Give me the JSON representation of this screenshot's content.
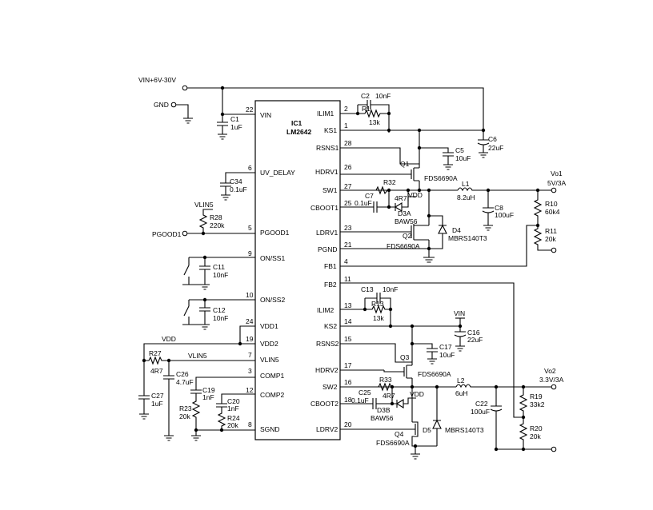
{
  "ic": {
    "ref": "IC1",
    "part": "LM2642"
  },
  "pins_left": [
    {
      "num": "22",
      "name": "VIN"
    },
    {
      "num": "6",
      "name": "UV_DELAY"
    },
    {
      "num": "5",
      "name": "PGOOD1"
    },
    {
      "num": "9",
      "name": "ON/SS1"
    },
    {
      "num": "10",
      "name": "ON/SS2"
    },
    {
      "num": "24",
      "name": "VDD1"
    },
    {
      "num": "19",
      "name": "VDD2"
    },
    {
      "num": "7",
      "name": "VLIN5"
    },
    {
      "num": "3",
      "name": "COMP1"
    },
    {
      "num": "12",
      "name": "COMP2"
    },
    {
      "num": "8",
      "name": "SGND"
    }
  ],
  "pins_right": [
    {
      "num": "2",
      "name": "ILIM1"
    },
    {
      "num": "1",
      "name": "KS1"
    },
    {
      "num": "28",
      "name": "RSNS1"
    },
    {
      "num": "26",
      "name": "HDRV1"
    },
    {
      "num": "27",
      "name": "SW1"
    },
    {
      "num": "25",
      "name": "CBOOT1"
    },
    {
      "num": "23",
      "name": "LDRV1"
    },
    {
      "num": "21",
      "name": "PGND"
    },
    {
      "num": "4",
      "name": "FB1"
    },
    {
      "num": "11",
      "name": "FB2"
    },
    {
      "num": "13",
      "name": "ILIM2"
    },
    {
      "num": "14",
      "name": "KS2"
    },
    {
      "num": "15",
      "name": "RSNS2"
    },
    {
      "num": "17",
      "name": "HDRV2"
    },
    {
      "num": "16",
      "name": "SW2"
    },
    {
      "num": "18",
      "name": "CBOOT2"
    },
    {
      "num": "20",
      "name": "LDRV2"
    }
  ],
  "nets": {
    "vin_in": "VIN+6V-30V",
    "gnd_in": "GND",
    "pgood": "PGOOD1",
    "vdd": "VDD",
    "vlin5": "VLIN5",
    "vin": "VIN",
    "vo1": "Vo1",
    "vo1_val": "5V/3A",
    "vo2": "Vo2",
    "vo2_val": "3.3V/3A"
  },
  "components": {
    "C1": {
      "ref": "C1",
      "val": "1uF"
    },
    "C2": {
      "ref": "C2",
      "val": "10nF"
    },
    "R1": {
      "ref": "R1",
      "val": "13k"
    },
    "C6": {
      "ref": "C6",
      "val": "22uF"
    },
    "C5": {
      "ref": "C5",
      "val": "10uF"
    },
    "Q1": {
      "ref": "Q1",
      "val": "FDS6690A"
    },
    "C34": {
      "ref": "C34",
      "val": "0.1uF"
    },
    "R32": {
      "ref": "R32",
      "val": "4R7"
    },
    "C7": {
      "ref": "C7",
      "val": "0.1uF"
    },
    "D3A": {
      "ref": "D3A",
      "val": "BAW56"
    },
    "L1": {
      "ref": "L1",
      "val": "8.2uH"
    },
    "C8": {
      "ref": "C8",
      "val": "100uF"
    },
    "R10": {
      "ref": "R10",
      "val": "60k4"
    },
    "R11": {
      "ref": "R11",
      "val": "20k"
    },
    "R28": {
      "ref": "R28",
      "val": "220k"
    },
    "Q2": {
      "ref": "Q2",
      "val": "FDS6690A"
    },
    "D4": {
      "ref": "D4",
      "val": "MBRS140T3"
    },
    "C11": {
      "ref": "C11",
      "val": "10nF"
    },
    "C12": {
      "ref": "C12",
      "val": "10nF"
    },
    "C13": {
      "ref": "C13",
      "val": "10nF"
    },
    "R13": {
      "ref": "R13",
      "val": "13k"
    },
    "C16": {
      "ref": "C16",
      "val": "22uF"
    },
    "C17": {
      "ref": "C17",
      "val": "10uF"
    },
    "Q3": {
      "ref": "Q3",
      "val": "FDS6690A"
    },
    "R27": {
      "ref": "R27",
      "val": "4R7"
    },
    "C26": {
      "ref": "C26",
      "val": "4.7uF"
    },
    "C27": {
      "ref": "C27",
      "val": "1uF"
    },
    "C19": {
      "ref": "C19",
      "val": "1nF"
    },
    "C20": {
      "ref": "C20",
      "val": "1nF"
    },
    "R23": {
      "ref": "R23",
      "val": "20k"
    },
    "R24": {
      "ref": "R24",
      "val": "20k"
    },
    "R33": {
      "ref": "R33",
      "val": "4R7"
    },
    "C25": {
      "ref": "C25",
      "val": "0.1uF"
    },
    "D3B": {
      "ref": "D3B",
      "val": "BAW56"
    },
    "L2": {
      "ref": "L2",
      "val": "6uH"
    },
    "C22": {
      "ref": "C22",
      "val": "100uF"
    },
    "R19": {
      "ref": "R19",
      "val": "33k2"
    },
    "R20": {
      "ref": "R20",
      "val": "20k"
    },
    "Q4": {
      "ref": "Q4",
      "val": "FDS6690A"
    },
    "D5": {
      "ref": "D5",
      "val": "MBRS140T3"
    }
  }
}
